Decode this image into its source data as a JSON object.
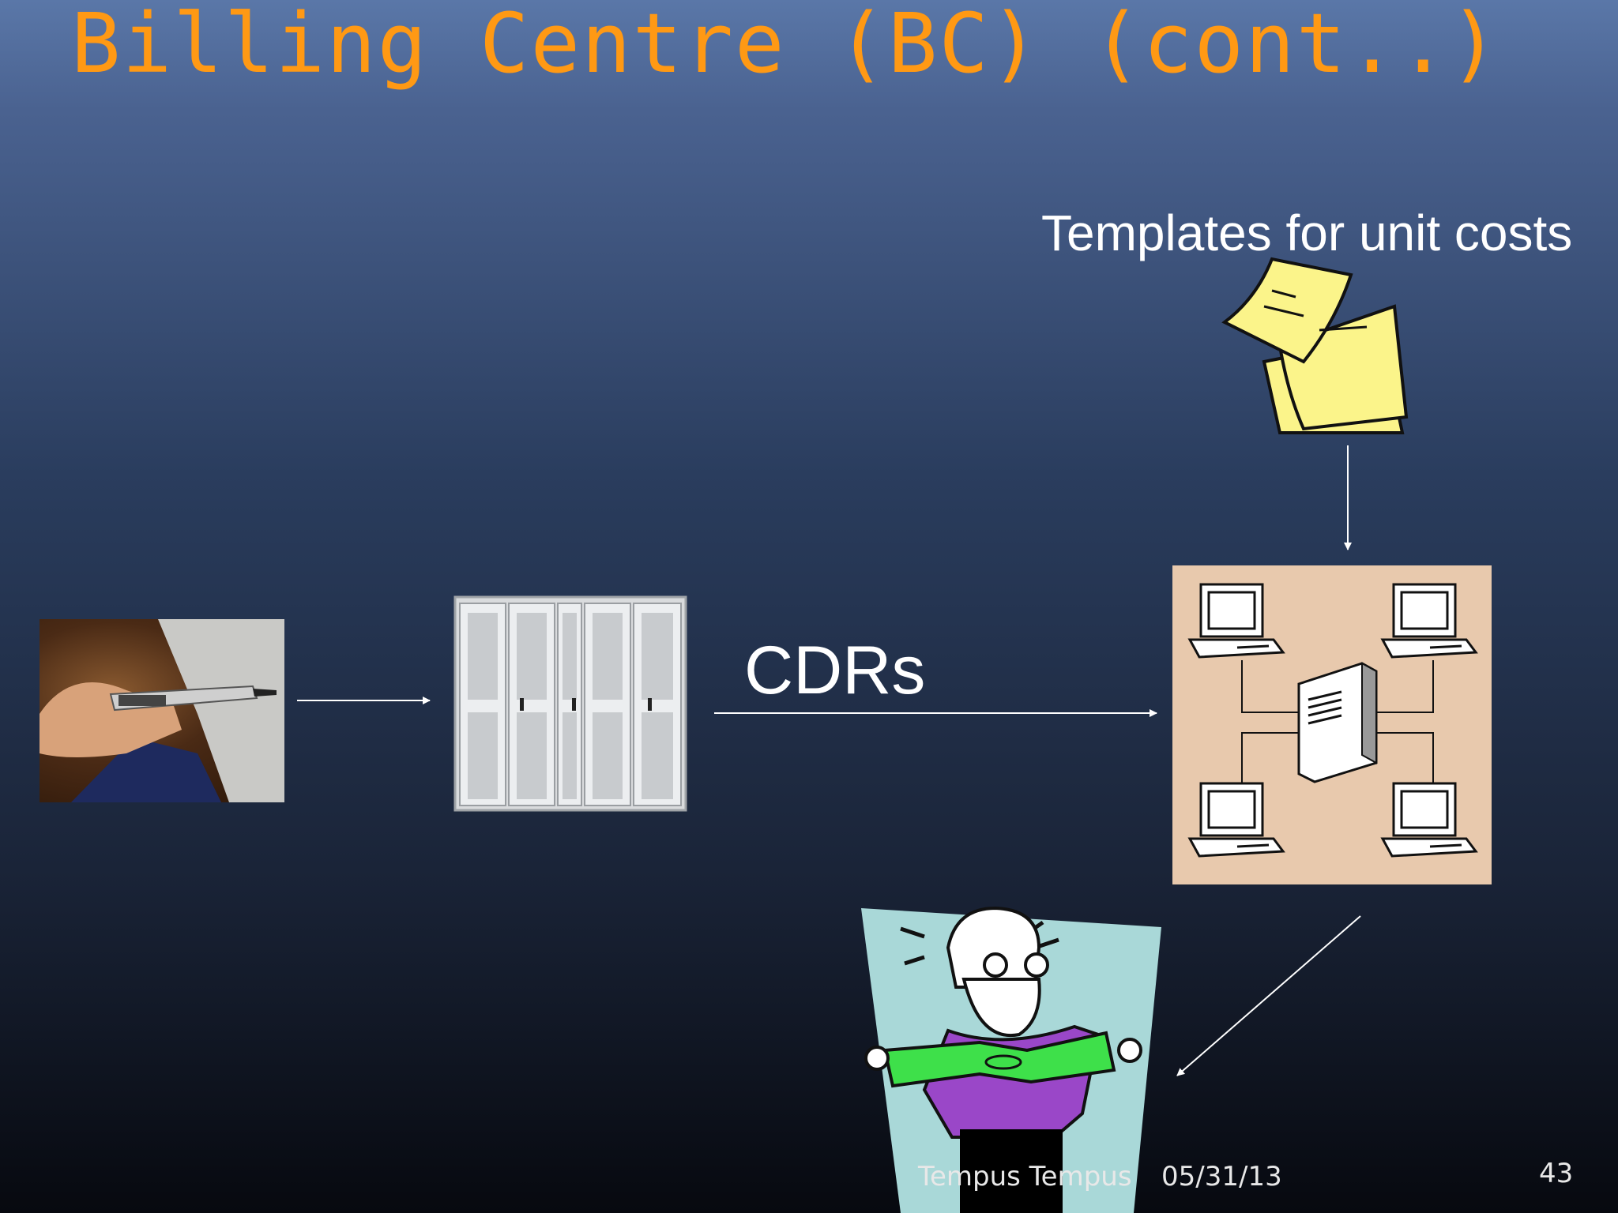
{
  "slide": {
    "title": "Billing Centre (BC) (cont..)",
    "templates_label": "Templates for unit costs",
    "cdrs_label": "CDRs"
  },
  "footer": {
    "text": "Tempus Tempus",
    "date": "05/31/13",
    "page": "43"
  },
  "colors": {
    "title": "#ff9914",
    "network_bg": "#e8c9ad",
    "clipart_bg": "#a9d8d8",
    "note_yellow": "#fbf48a"
  }
}
